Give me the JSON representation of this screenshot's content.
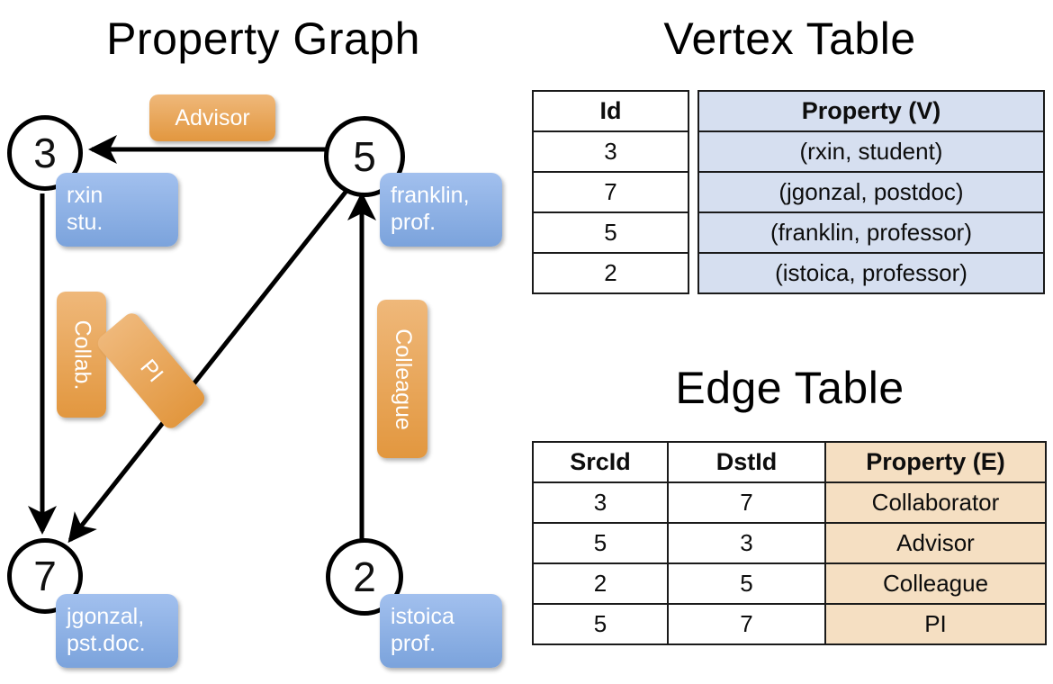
{
  "titles": {
    "property_graph": "Property Graph",
    "vertex_table": "Vertex Table",
    "edge_table": "Edge Table"
  },
  "graph": {
    "nodes": [
      {
        "id": "3",
        "property_lines": [
          "rxin",
          "stu."
        ]
      },
      {
        "id": "5",
        "property_lines": [
          "franklin,",
          "prof."
        ]
      },
      {
        "id": "7",
        "property_lines": [
          "jgonzal,",
          "pst.doc."
        ]
      },
      {
        "id": "2",
        "property_lines": [
          "istoica",
          "prof."
        ]
      }
    ],
    "edge_labels": [
      {
        "label": "Advisor",
        "orientation": "horizontal"
      },
      {
        "label": "Collab.",
        "orientation": "vertical"
      },
      {
        "label": "PI",
        "orientation": "rotated"
      },
      {
        "label": "Colleague",
        "orientation": "vertical"
      }
    ],
    "edges": [
      {
        "from": "5",
        "to": "3",
        "label": "Advisor"
      },
      {
        "from": "3",
        "to": "7",
        "label": "Collab."
      },
      {
        "from": "5",
        "to": "7",
        "label": "PI"
      },
      {
        "from": "2",
        "to": "5",
        "label": "Colleague"
      }
    ]
  },
  "vertex_table": {
    "headers": [
      "Id",
      "Property (V)"
    ],
    "rows": [
      {
        "id": "3",
        "property": "(rxin, student)"
      },
      {
        "id": "7",
        "property": "(jgonzal, postdoc)"
      },
      {
        "id": "5",
        "property": "(franklin, professor)"
      },
      {
        "id": "2",
        "property": "(istoica, professor)"
      }
    ]
  },
  "edge_table": {
    "headers": [
      "SrcId",
      "DstId",
      "Property (E)"
    ],
    "rows": [
      {
        "src": "3",
        "dst": "7",
        "property": "Collaborator"
      },
      {
        "src": "5",
        "dst": "3",
        "property": "Advisor"
      },
      {
        "src": "2",
        "dst": "5",
        "property": "Colleague"
      },
      {
        "src": "5",
        "dst": "7",
        "property": "PI"
      }
    ]
  },
  "colors": {
    "vertex_property_fill": "#d6dff0",
    "edge_property_fill": "#f5dfc2",
    "node_box_blue_top": "#a2c0ee",
    "node_box_blue_bottom": "#7ba3dc",
    "edge_label_orange_top": "#efb87a",
    "edge_label_orange_bottom": "#e2973f",
    "stroke": "#000000",
    "background": "#ffffff"
  }
}
